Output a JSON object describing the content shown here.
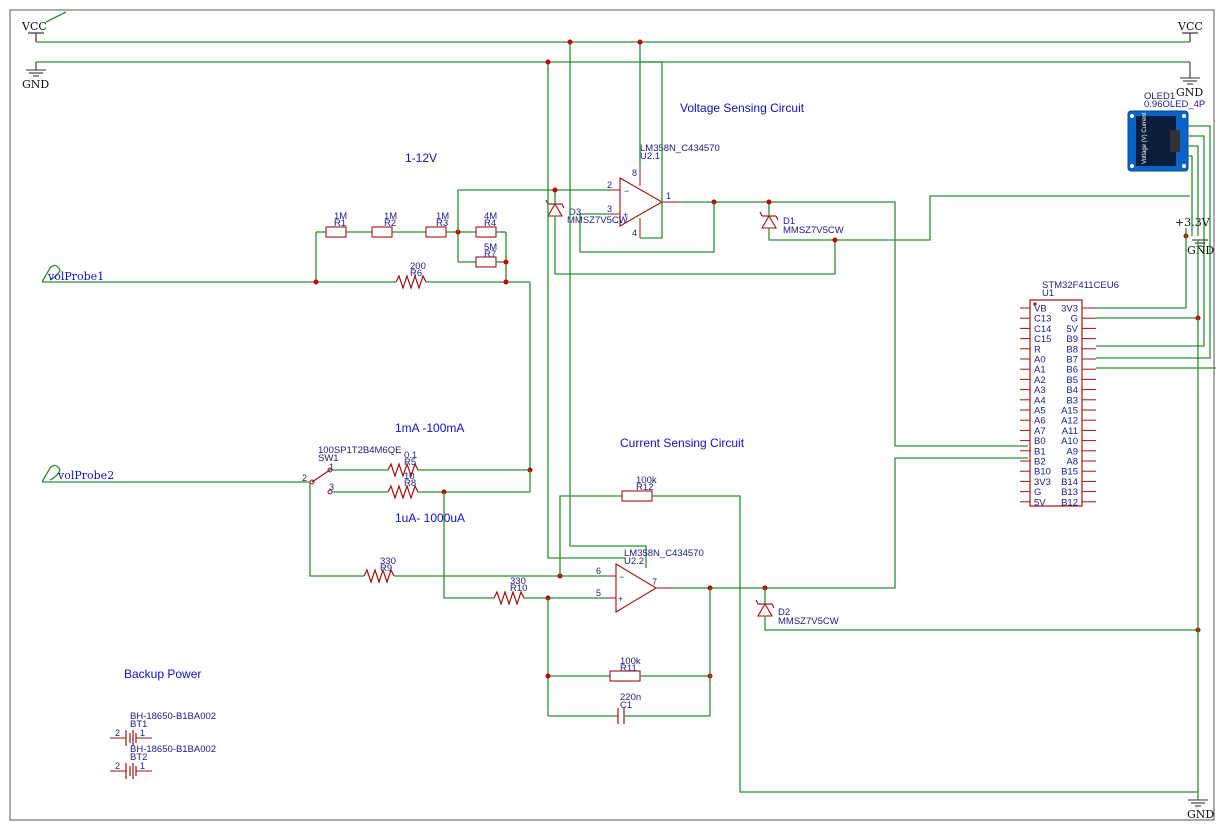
{
  "power": {
    "vcc_left": "VCC",
    "vcc_right": "VCC",
    "gnd_left": "GND",
    "gnd_right": "GND",
    "gnd_oled": "GND",
    "gnd_bottom": "GND",
    "v33": "+3.3V"
  },
  "titles": {
    "voltage": "Voltage Sensing Circuit",
    "range_v": "1-12V",
    "range_ma": "1mA -100mA",
    "current": "Current Sensing Circuit",
    "range_ua": "1uA- 1000uA",
    "backup": "Backup Power"
  },
  "probes": {
    "p1": "volProbe1",
    "p2": "volProbe2"
  },
  "resistors": {
    "r1": {
      "value": "1M",
      "ref": "R1"
    },
    "r2": {
      "value": "1M",
      "ref": "R2"
    },
    "r3": {
      "value": "1M",
      "ref": "R3"
    },
    "r4": {
      "value": "4M",
      "ref": "R4"
    },
    "r7": {
      "value": "5M",
      "ref": "R7"
    },
    "r6": {
      "value": "200",
      "ref": "R6"
    },
    "r5": {
      "value": "0.1",
      "ref": "R5"
    },
    "r8": {
      "value": "10",
      "ref": "R8"
    },
    "r9": {
      "value": "330",
      "ref": "R9"
    },
    "r10": {
      "value": "330",
      "ref": "R10"
    },
    "r12": {
      "value": "100k",
      "ref": "R12"
    },
    "r11": {
      "value": "100k",
      "ref": "R11"
    }
  },
  "capacitor": {
    "value": "220n",
    "ref": "C1"
  },
  "opamps": {
    "u21": {
      "part": "LM358N_C434570",
      "ref": "U2.1",
      "pins": [
        "2",
        "3",
        "1",
        "8",
        "4"
      ]
    },
    "u22": {
      "part": "LM358N_C434570",
      "ref": "U2.2",
      "pins": [
        "6",
        "5",
        "7"
      ]
    }
  },
  "diodes": {
    "d3": {
      "ref": "D3",
      "part": "MMSZ7V5CW"
    },
    "d1": {
      "ref": "D1",
      "part": "MMSZ7V5CW"
    },
    "d2": {
      "ref": "D2",
      "part": "MMSZ7V5CW"
    }
  },
  "switch": {
    "part": "100SP1T2B4M6QE",
    "ref": "SW1",
    "pins": [
      "2",
      "1",
      "3"
    ]
  },
  "batteries": {
    "bt1": {
      "part": "BH-18650-B1BA002",
      "ref": "BT1",
      "pins": [
        "2",
        "1"
      ]
    },
    "bt2": {
      "part": "BH-18650-B1BA002",
      "ref": "BT2",
      "pins": [
        "2",
        "1"
      ]
    }
  },
  "oled": {
    "ref": "OLED1",
    "part": "0.96OLED_4P",
    "screen_text": "Voltage (V) Current"
  },
  "mcu": {
    "part": "STM32F411CEU6",
    "ref": "U1",
    "left_pins": [
      "VB",
      "C13",
      "C14",
      "C15",
      "R",
      "A0",
      "A1",
      "A2",
      "A3",
      "A4",
      "A5",
      "A6",
      "A7",
      "B0",
      "B1",
      "B2",
      "B10",
      "3V3",
      "G",
      "5V"
    ],
    "right_pins": [
      "3V3",
      "G",
      "5V",
      "B9",
      "B8",
      "B7",
      "B6",
      "B5",
      "B4",
      "B3",
      "A15",
      "A12",
      "A11",
      "A10",
      "A9",
      "A8",
      "B15",
      "B14",
      "B13",
      "B12"
    ]
  }
}
